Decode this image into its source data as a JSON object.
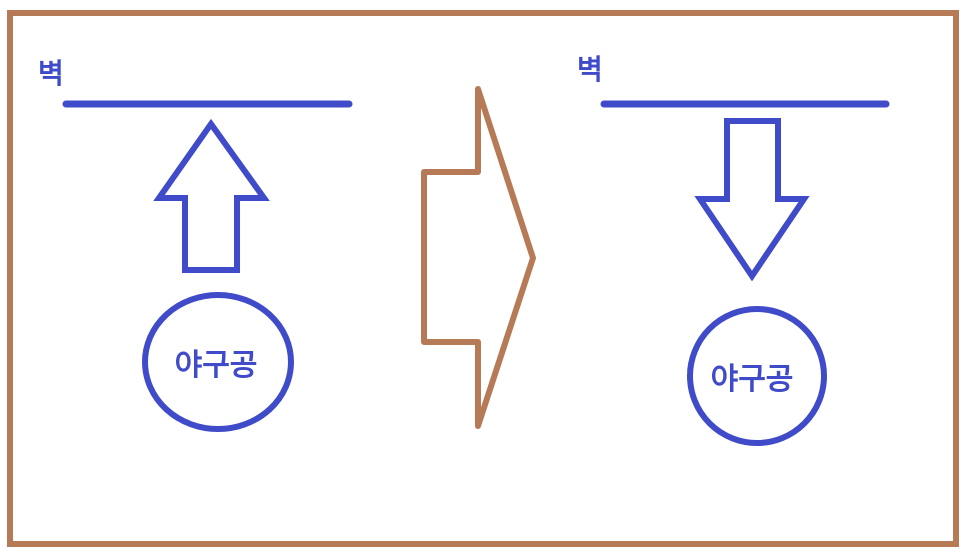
{
  "colors": {
    "frame": "#b77a57",
    "blue": "#3f4bc8",
    "background": "#ffffff"
  },
  "left_panel": {
    "wall_label": "벽",
    "ball_label": "야구공",
    "arrow_direction": "up"
  },
  "transition_arrow": {
    "direction": "right"
  },
  "right_panel": {
    "wall_label": "벽",
    "ball_label": "야구공",
    "arrow_direction": "down"
  }
}
